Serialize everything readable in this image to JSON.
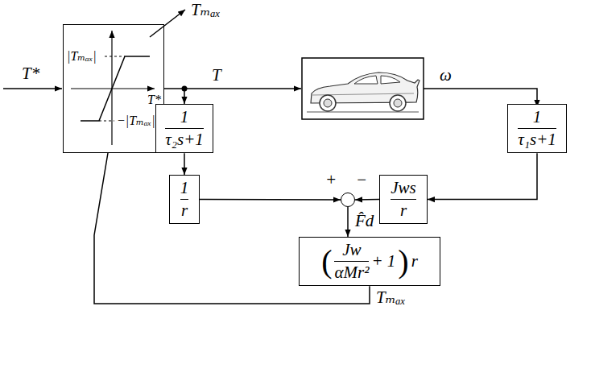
{
  "diagram": {
    "nodes": [
      {
        "text": [
          "|Tₘₐₓ|",
          "−|Tₘₐₓ|",
          "T*"
        ]
      },
      {
        "text": [
          "1",
          "τ₂s+1"
        ]
      },
      {
        "text": [
          "1",
          "τ₁s+1"
        ]
      },
      {
        "text": [
          "1",
          "r"
        ]
      },
      {
        "text": [
          "+",
          "−"
        ]
      },
      {
        "text": [
          "Jws",
          "r"
        ]
      },
      {
        "text": [
          "(",
          "Jw",
          "αMr²",
          "+ 1",
          ")",
          "r"
        ]
      }
    ],
    "edges": [
      {
        "from": 0,
        "to": 1,
        "arrow": "to"
      },
      {
        "from": 1,
        "to": 3,
        "arrow": "to"
      },
      {
        "from": 2,
        "to": 5,
        "arrow": "to"
      },
      {
        "from": 3,
        "to": 4,
        "arrow": "to"
      },
      {
        "from": 5,
        "to": 4,
        "arrow": "to"
      },
      {
        "from": 4,
        "to": 6,
        "arrow": "to",
        "label": "F̂d"
      },
      {
        "from": 6,
        "to": 0,
        "arrow": "none",
        "label": "Tₘₐₓ"
      }
    ],
    "labels": [
      "T*",
      "Tₘₐₓ",
      "T",
      "ω"
    ]
  }
}
